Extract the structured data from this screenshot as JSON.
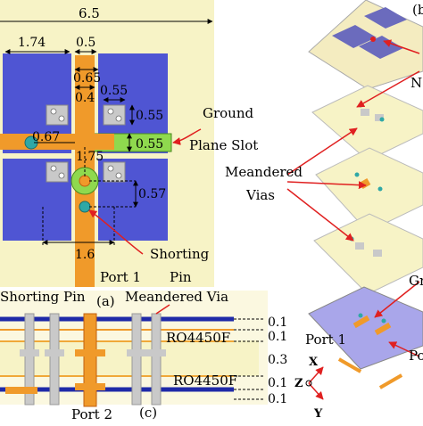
{
  "panel_a": {
    "dims": {
      "board_width": "6.5",
      "patch_width": "1.74",
      "gap": "0.5",
      "feed_gap": "0.65",
      "inner_gap": "0.4",
      "square_a": "0.55",
      "square_b": "0.55",
      "slot_width": "0.55",
      "via_offset": "0.67",
      "center_offset": "1.75",
      "pin_offset": "0.57",
      "pin_distance": "1.6"
    },
    "label": "(a)",
    "callout_ground_slot": [
      "Ground",
      "Plane Slot"
    ],
    "callout_shorting_pin": [
      "Shorting",
      "Pin"
    ],
    "port_1": "Port 1"
  },
  "panel_b": {
    "callout_meandered_vias": [
      "Meandered",
      "Vias"
    ],
    "letters_right": [
      "N",
      "Gr",
      "Po"
    ],
    "port_1": "Port 1",
    "label": "(b)",
    "axes": {
      "x": "X",
      "y": "Y",
      "z": "Z"
    }
  },
  "panel_c": {
    "shorting_pin": "Shorting Pin",
    "label_a": "(a)",
    "meandered_via": "Meandered Via",
    "substrate_top": "RO4450F",
    "substrate_bottom": "RO4450F",
    "thickness": [
      "0.1",
      "0.1",
      "0.3",
      "0.1",
      "0.1"
    ],
    "port_2": "Port 2",
    "label": "(c)"
  },
  "colors": {
    "board": "#f7f3c6",
    "patch": "#4f55d3",
    "feed": "#f09a2a",
    "slot": "#8fd94e",
    "via": "#2fa8a6",
    "pad": "#c9c9c9",
    "layer_line": "#1f2aa8",
    "callout": "#e02020"
  }
}
